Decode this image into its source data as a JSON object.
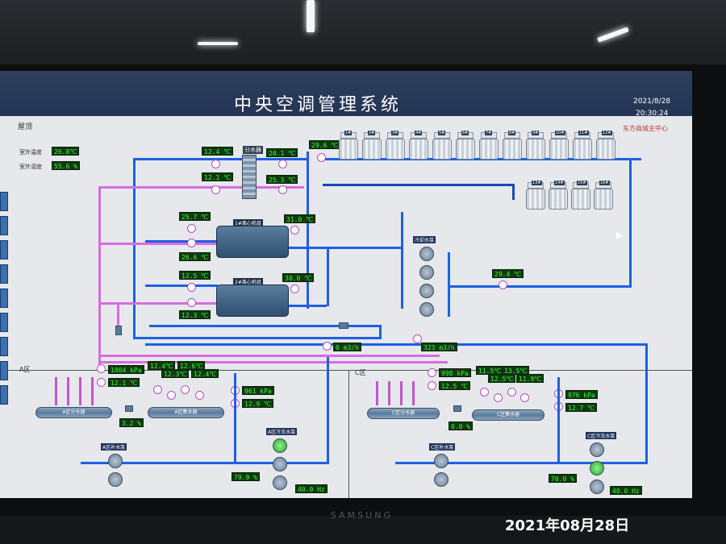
{
  "system": {
    "title": "中央空调管理系统",
    "date": "2021/8/28",
    "time": "20:30:24",
    "org": "东方商城主中心",
    "roof_label": "屋顶"
  },
  "outdoor": {
    "temp_label": "室外温度",
    "temp_value": "26.8℃",
    "humidity_label": "室外湿度",
    "humidity_value": "55.6 %"
  },
  "tower_labels": [
    "1#",
    "2#",
    "3#",
    "4#",
    "5#",
    "6#",
    "7#",
    "8#",
    "9#",
    "10#",
    "11#",
    "12#"
  ],
  "tower_labels_row2": [
    "13#",
    "14#",
    "15#",
    "16#"
  ],
  "manifold_label": "分水器",
  "readings": {
    "t1": "12.4 ℃",
    "t2": "20.1 ℃",
    "t3": "12.1 ℃",
    "t4": "25.3 ℃",
    "tower_out": "29.6 ℃",
    "ch1_in": "25.7 ℃",
    "ch1_out": "31.0 ℃",
    "ch1_chw": "26.6 ℃",
    "ch2_in": "12.5 ℃",
    "ch2_out": "30.0 ℃",
    "ch2_chw": "12.3 ℃",
    "cw_return": "29.4 ℃",
    "flow1": "0 m3/h",
    "flow2": "323 m3/h"
  },
  "chillers": [
    "1#离心机组",
    "2#离心机组"
  ],
  "cooling_pump_label": "冷却水泵",
  "zone_a": {
    "name": "A区",
    "pressure": "1004 kPa",
    "temp": "12.1 ℃",
    "supply_header": "A区分水器",
    "return_header": "A区集水器",
    "valve": "3.2 %",
    "r1": "12.4℃",
    "r2": "12.6℃",
    "r3": "12.3℃",
    "r4": "12.4℃",
    "return_pressure": "961 kPa",
    "return_temp": "12.9 ℃",
    "makeup_label": "A区补水泵",
    "pump_label": "A区冷冻水泵",
    "pump_valve": "79.9 %",
    "freq": "40.0 Hz"
  },
  "zone_c": {
    "name": "C区",
    "pressure": "998 kPa",
    "temp": "12.5 ℃",
    "supply_header": "C区分水器",
    "return_header": "C区集水器",
    "valve": "0.0 %",
    "r1": "11.5℃",
    "r2": "12.5℃",
    "r3": "13.5℃",
    "r4": "11.9℃",
    "return_pressure": "976 kPa",
    "return_temp": "12.7 ℃",
    "makeup_label": "C区补水泵",
    "pump_label": "C区冷冻水泵",
    "pump_valve": "70.0 %",
    "freq": "40.0 Hz"
  },
  "monitor_brand": "SAMSUNG",
  "photo_stamp": "2021年08月28日"
}
